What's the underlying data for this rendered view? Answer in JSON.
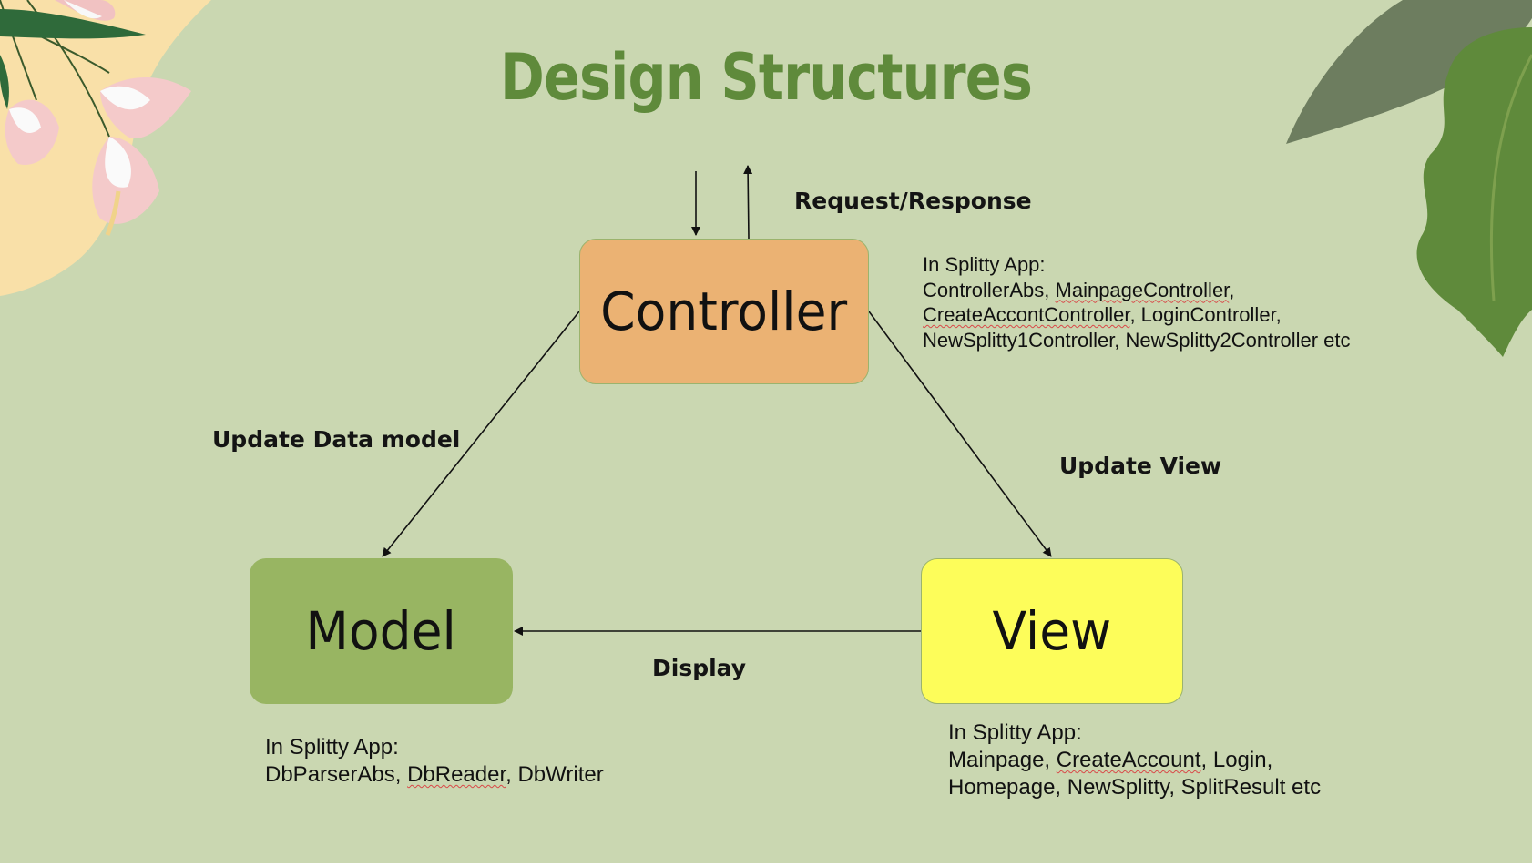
{
  "title": "Design Structures",
  "nodes": {
    "controller": "Controller",
    "model": "Model",
    "view": "View"
  },
  "edges": {
    "request_response": "Request/Response",
    "update_data_model": "Update Data model",
    "update_view": "Update View",
    "display": "Display"
  },
  "notes": {
    "controller": {
      "heading": "In Splitty App:",
      "line1_a": "ControllerAbs, ",
      "line1_b": "MainpageController",
      "line1_c": ",",
      "line2_a": "CreateAccontController",
      "line2_b": ", LoginController,",
      "line3": "NewSplitty1Controller, NewSplitty2Controller etc"
    },
    "model": {
      "heading": "In Splitty App:",
      "line1_a": "DbParserAbs, ",
      "line1_b": "DbReader",
      "line1_c": ", DbWriter"
    },
    "view": {
      "heading": "In Splitty App:",
      "line1_a": "Mainpage, ",
      "line1_b": "CreateAccount",
      "line1_c": ", Login,",
      "line2": "Homepage, NewSplitty, SplitResult etc"
    }
  },
  "colors": {
    "background": "#cad7b1",
    "title": "#5f8a3b",
    "controller": "#ebb273",
    "model": "#98b562",
    "view": "#fdfd5a"
  }
}
